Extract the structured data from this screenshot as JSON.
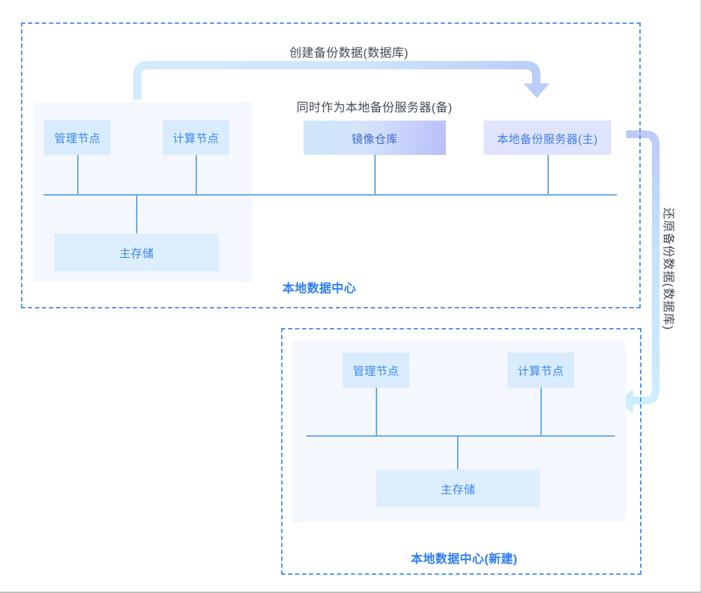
{
  "diagram": {
    "title_note_top": "创建备份数据(数据库)",
    "title_note_mid": "同时作为本地备份服务器(备)",
    "title_note_right": "还原备份数据(数据库)",
    "accent_blue": "#3788ef",
    "line_blue": "#62a8ec",
    "dashed_border": "#4a90f0",
    "panel_fill": "#f4f8fe",
    "node_fill": "#d9ecfd"
  },
  "regions": [
    {
      "id": "local-dc",
      "label": "本地数据中心",
      "nodes": [
        {
          "id": "mgmt-node",
          "label": "管理节点"
        },
        {
          "id": "compute-node",
          "label": "计算节点"
        },
        {
          "id": "mirror-repo",
          "label": "镜像仓库"
        },
        {
          "id": "backup-server",
          "label": "本地备份服务器(主)"
        },
        {
          "id": "primary-storage",
          "label": "主存储"
        }
      ]
    },
    {
      "id": "local-dc-new",
      "label": "本地数据中心(新建)",
      "nodes": [
        {
          "id": "mgmt-node-2",
          "label": "管理节点"
        },
        {
          "id": "compute-node-2",
          "label": "计算节点"
        },
        {
          "id": "primary-storage-2",
          "label": "主存储"
        }
      ]
    }
  ],
  "arrows": [
    {
      "id": "create-backup-arrow",
      "label": "创建备份数据(数据库)",
      "direction": "down"
    },
    {
      "id": "restore-backup-arrow",
      "label": "还原备份数据(数据库)",
      "direction": "left"
    }
  ]
}
